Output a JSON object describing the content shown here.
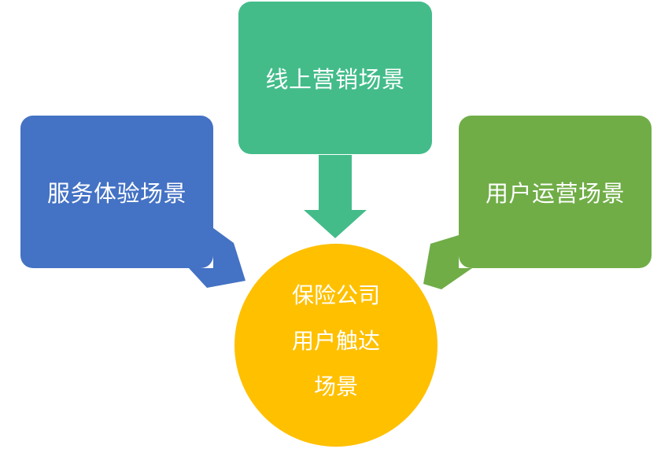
{
  "diagram": {
    "nodes": {
      "left": {
        "label": "服务体验场景",
        "color": "#4472C4"
      },
      "top": {
        "label": "线上营销场景",
        "color": "#43BC8A"
      },
      "right": {
        "label": "用户运营场景",
        "color": "#70AD47"
      },
      "center": {
        "lines": [
          "保险公司",
          "用户触达",
          "场景"
        ],
        "color": "#FFC000"
      }
    },
    "edges": [
      {
        "from": "left",
        "to": "center"
      },
      {
        "from": "top",
        "to": "center"
      },
      {
        "from": "right",
        "to": "center"
      }
    ]
  }
}
